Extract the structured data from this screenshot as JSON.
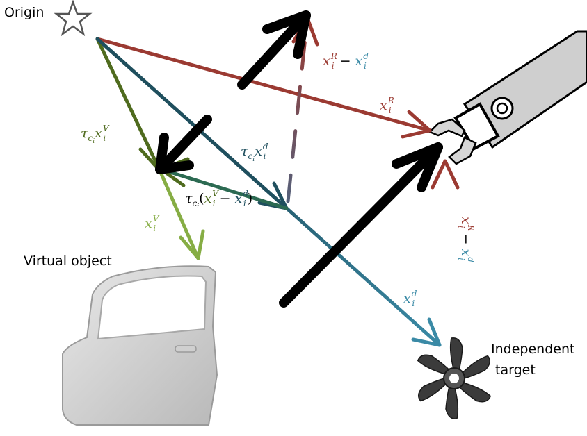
{
  "labels": {
    "origin": "Origin",
    "virtual_object": "Virtual object",
    "independent_target_line1": "Independent",
    "independent_target_line2": "target"
  },
  "math": {
    "xR": "x_i^R",
    "xR_minus_xd_top": "x_i^R − x_i^d",
    "xR_minus_xd_right": "x_i^R − x_i^d",
    "tau_xV": "τ_{c_i} x_i^V",
    "tau_xd": "τ_{c_i} x_i^d",
    "tau_diff": "τ_{c_i}(x_i^V − x_i^d)",
    "xV": "x_i^V",
    "xd": "x_i^d"
  },
  "colors": {
    "red": "#9b3a32",
    "blue": "#3a8aa6",
    "teal_dark": "#1f4f5e",
    "olive": "#4f6b1e",
    "light_green": "#86ad44",
    "black": "#000000"
  },
  "icons": {
    "origin": "star-outline-icon",
    "robot": "robot-arm-gripper-icon",
    "door": "car-door-image",
    "fan": "fan-blades-image"
  }
}
